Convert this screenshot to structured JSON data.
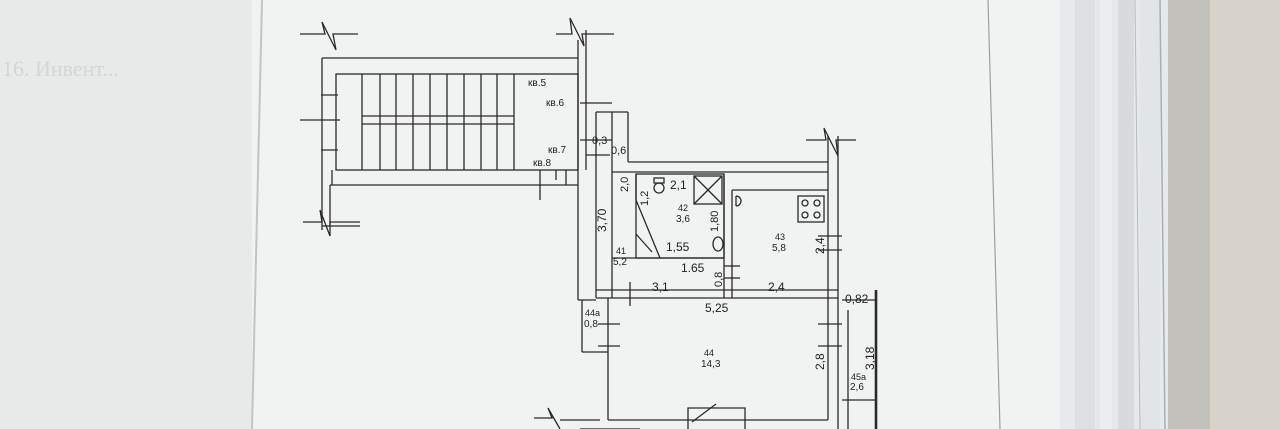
{
  "background_text": "16. Инвент...",
  "stair_labels": [
    "кв.5",
    "кв.6",
    "кв.7",
    "кв.8"
  ],
  "rooms": [
    {
      "number": "42",
      "area": "3,6"
    },
    {
      "number": "41",
      "area": "5,2"
    },
    {
      "number": "43",
      "area": "5,8"
    },
    {
      "number": "44а",
      "area": "0,8"
    },
    {
      "number": "44",
      "area": "14,3"
    },
    {
      "number": "45а",
      "area": "2,6"
    }
  ],
  "dimensions": {
    "d_0_3": "0,3",
    "d_0_6": "0,6",
    "d_2_0": "2,0",
    "d_1_2": "1,2",
    "d_2_1": "2,1",
    "d_1_80": "1,80",
    "d_3_70": "3,70",
    "d_1_55": "1,55",
    "d_1_65": "1.65",
    "d_0_8": "0,8",
    "d_2_4_v": "2,4",
    "d_3_1": "3,1",
    "d_2_4_h": "2,4",
    "d_5_25": "5,25",
    "d_0_82": "0,82",
    "d_2_8": "2,8",
    "d_3_18": "3,18"
  },
  "colors": {
    "paper": "#f1f3f2",
    "wall_line": "#2a2a2a",
    "table_bg": "#c9cbc9"
  }
}
